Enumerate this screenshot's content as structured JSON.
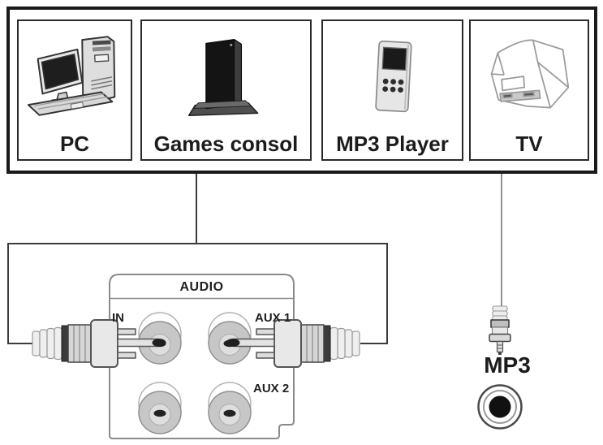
{
  "devices": [
    {
      "label": "PC",
      "icon": "pc-icon"
    },
    {
      "label": "Games consol",
      "icon": "games-console-icon"
    },
    {
      "label": "MP3 Player",
      "icon": "mp3-player-icon"
    },
    {
      "label": "TV",
      "icon": "tv-icon"
    }
  ],
  "audio_panel": {
    "title": "AUDIO",
    "input_label": "IN",
    "aux1_label": "AUX 1",
    "aux2_label": "AUX 2"
  },
  "mp3_connection": {
    "label": "MP3"
  },
  "colors": {
    "frame_outline": "#1a1a1a",
    "device_box_outline": "#2a2a2a",
    "cable": "#3b3b3b",
    "tv_cable": "#8f8f8f",
    "panel_stroke": "#8a8a8a",
    "jack_fill": "#c7c7c7",
    "jack_inner_fill": "#dedede",
    "socket_center": "#111111",
    "label_text": "#1c1c1c"
  }
}
